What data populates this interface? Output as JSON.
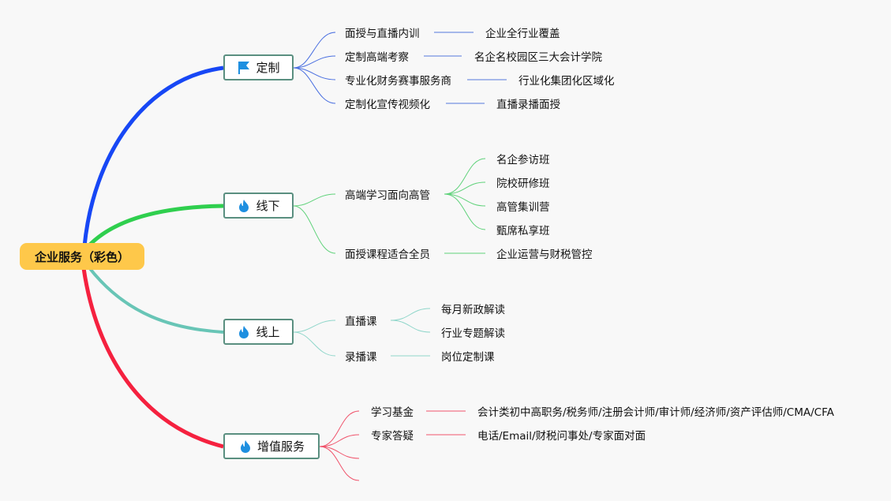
{
  "root": "企业服务（彩色）",
  "colors": {
    "root": "#fec84a",
    "custom": "#1747f5",
    "offline": "#2fcf4e",
    "online": "#68c5b6",
    "value": "#f5213f"
  },
  "branches": [
    {
      "label": "定制",
      "icon": "flag-icon",
      "children": [
        {
          "label": "面授与直播内训",
          "leaf": "企业全行业覆盖"
        },
        {
          "label": "定制高端考察",
          "leaf": "名企名校园区三大会计学院"
        },
        {
          "label": "专业化财务赛事服务商",
          "leaf": "行业化集团化区域化"
        },
        {
          "label": "定制化宣传视频化",
          "leaf": "直播录播面授"
        }
      ]
    },
    {
      "label": "线下",
      "icon": "fire-icon",
      "children": [
        {
          "label": "高端学习面向高管",
          "leaves": [
            "名企参访班",
            "院校研修班",
            "高管集训营",
            "甄席私享班"
          ]
        },
        {
          "label": "面授课程适合全员",
          "leaf": "企业运营与财税管控"
        }
      ]
    },
    {
      "label": "线上",
      "icon": "fire-icon",
      "children": [
        {
          "label": "直播课",
          "leaves": [
            "每月新政解读",
            "行业专题解读"
          ]
        },
        {
          "label": "录播课",
          "leaf": "岗位定制课"
        }
      ]
    },
    {
      "label": "增值服务",
      "icon": "fire-icon",
      "children": [
        {
          "label": "学习基金",
          "leaf": "会计类初中高职务/税务师/注册会计师/审计师/经济师/资产评估师/CMA/CFA"
        },
        {
          "label": "专家答疑",
          "leaf": "电话/Email/财税问事处/专家面对面"
        }
      ]
    }
  ]
}
